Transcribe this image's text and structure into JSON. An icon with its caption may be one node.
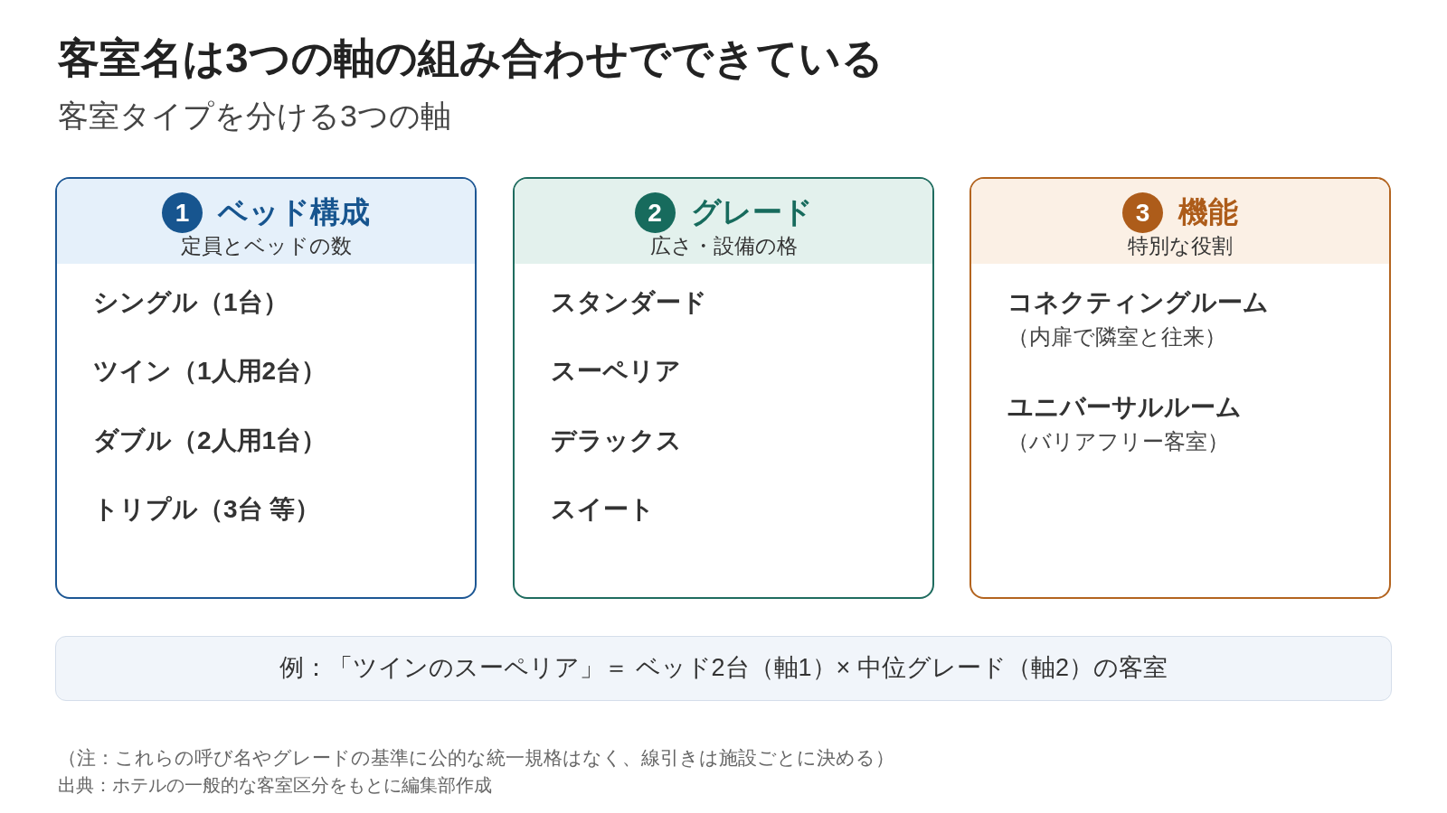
{
  "diagram": {
    "title": "客室名は3つの軸の組み合わせでできている",
    "nodes": [
      {
        "text": [
          "シングル（1台）",
          "ツイン（1人用2台）",
          "ダブル（2人用1台）",
          "トリプル（3台 等）"
        ]
      },
      {
        "text": [
          "ベッド構成",
          "定員とベッドの数"
        ],
        "in": 0
      },
      {
        "text": [
          "1"
        ],
        "in": 1
      },
      {
        "text": [
          "スタンダード",
          "スーペリア",
          "デラックス",
          "スイート"
        ]
      },
      {
        "text": [
          "グレード",
          "広さ・設備の格"
        ],
        "in": 3
      },
      {
        "text": [
          "2"
        ],
        "in": 4
      },
      {
        "text": [
          "コネクティングルーム",
          "（内扉で隣室と往来）",
          "ユニバーサルルーム",
          "（バリアフリー客室）"
        ]
      },
      {
        "text": [
          "機能",
          "特別な役割"
        ],
        "in": 6
      },
      {
        "text": [
          "3"
        ],
        "in": 7
      },
      {
        "text": [
          "例：「ツインのスーペリア」＝ ベッド2台（軸1）× 中位グレード（軸2）の客室"
        ]
      }
    ],
    "labels": [
      "客室タイプを分ける3つの軸",
      "（注：これらの呼び名やグレードの基準に公的な統一規格はなく、線引きは施設ごとに決める）",
      "出典：ホテルの一般的な客室区分をもとに編集部作成"
    ]
  }
}
